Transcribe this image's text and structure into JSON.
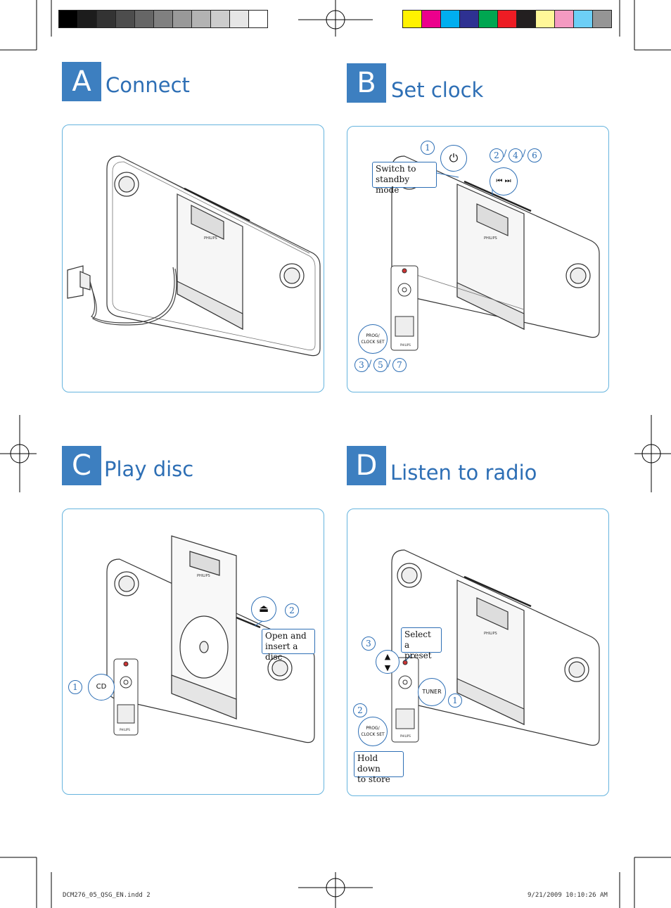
{
  "sections": {
    "a": {
      "letter": "A",
      "title": "Connect"
    },
    "b": {
      "letter": "B",
      "title": "Set clock"
    },
    "c": {
      "letter": "C",
      "title": "Play disc"
    },
    "d": {
      "letter": "D",
      "title": "Listen to radio"
    }
  },
  "panel_b": {
    "step1": "1",
    "step2": "2",
    "step4": "4",
    "step6": "6",
    "step3": "3",
    "step5": "5",
    "step7": "7",
    "slash": "/",
    "standby_line1": "Switch to",
    "standby_line2": "standby mode",
    "prog_line1": "PROG/",
    "prog_line2": "CLOCK SET"
  },
  "panel_c": {
    "step1": "1",
    "step2": "2",
    "cd_label": "CD",
    "open_line1": "Open and",
    "open_line2": "insert a disc"
  },
  "panel_d": {
    "step1": "1",
    "step2": "2",
    "step3": "3",
    "tuner_label": "TUNER",
    "select_line1": "Select",
    "select_line2": "a preset",
    "hold_line1": "Hold down",
    "hold_line2": "to store",
    "prog_line1": "PROG/",
    "prog_line2": "CLOCK SET"
  },
  "device": {
    "brand": "PHILIPS"
  },
  "footer": {
    "file": "DCM276_05_QSG_EN.indd   2",
    "datetime": "9/21/2009   10:10:26 AM"
  },
  "colors": {
    "accent": "#3d7fc0",
    "panel_border": "#66b4de",
    "gray_bar": [
      "#000000",
      "#1c1c1c",
      "#333333",
      "#4d4d4d",
      "#666666",
      "#808080",
      "#999999",
      "#b3b3b3",
      "#cccccc",
      "#e6e6e6",
      "#ffffff"
    ],
    "color_bar": [
      "#fff200",
      "#ec008c",
      "#00aeef",
      "#2e3192",
      "#00a651",
      "#ed1c24",
      "#231f20",
      "#fff799",
      "#f49ac1",
      "#6dcff6",
      "#959595"
    ]
  }
}
